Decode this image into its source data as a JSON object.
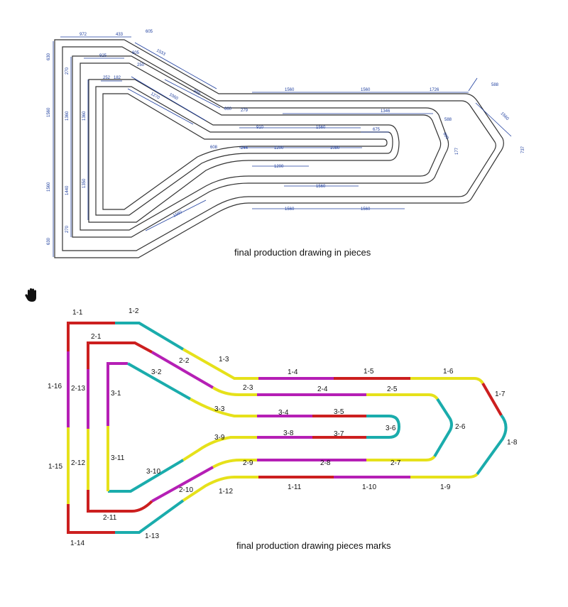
{
  "captions": {
    "pieces": "final production drawing in pieces",
    "marks": "final production drawing pieces marks"
  },
  "cursor_icon": "hand-grab-icon",
  "colors": {
    "red": "#cc1f1f",
    "cyan": "#1aacac",
    "yellow": "#e6e11a",
    "magenta": "#b51fb5",
    "dimension_blue": "#1f3f9f",
    "track_line": "#333333"
  },
  "dimensions": [
    "972",
    "433",
    "605",
    "925",
    "605",
    "1533",
    "250",
    "252",
    "182",
    "1270",
    "1060",
    "999",
    "1560",
    "1560",
    "1726",
    "660",
    "279",
    "1346",
    "910",
    "1560",
    "675",
    "608",
    "244",
    "1200",
    "1080",
    "1200",
    "1560",
    "1560",
    "1560",
    "1560",
    "1560",
    "1560",
    "1560",
    "630",
    "270",
    "1560",
    "1360",
    "1440",
    "1350",
    "270",
    "630",
    "588",
    "588",
    "177",
    "660",
    "737"
  ],
  "piece_marks": {
    "track1": [
      "1-1",
      "1-2",
      "1-3",
      "1-4",
      "1-5",
      "1-6",
      "1-7",
      "1-8",
      "1-9",
      "1-10",
      "1-11",
      "1-12",
      "1-13",
      "1-14",
      "1-15",
      "1-16"
    ],
    "track2": [
      "2-1",
      "2-2",
      "2-3",
      "2-4",
      "2-5",
      "2-6",
      "2-7",
      "2-8",
      "2-9",
      "2-10",
      "2-11",
      "2-12",
      "2-13"
    ],
    "track3": [
      "3-1",
      "3-2",
      "3-3",
      "3-4",
      "3-5",
      "3-6",
      "3-7",
      "3-8",
      "3-9",
      "3-10",
      "3-11"
    ]
  }
}
